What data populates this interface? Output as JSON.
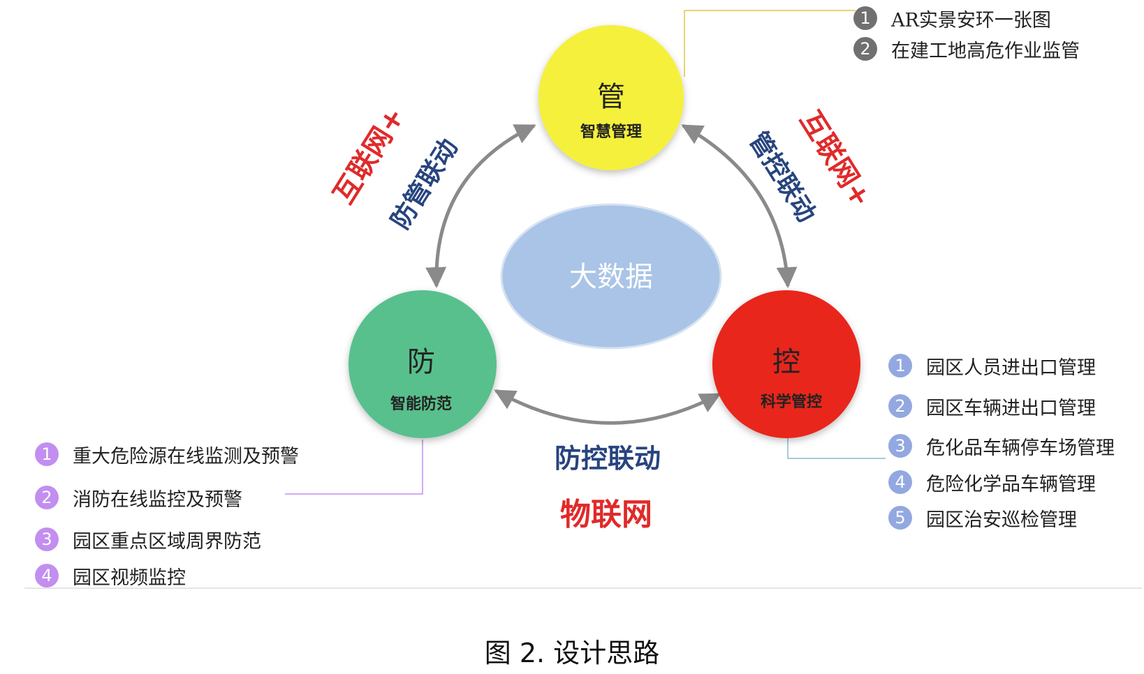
{
  "center": {
    "label": "大数据"
  },
  "nodes": {
    "top": {
      "char": "管",
      "sub": "智慧管理",
      "color": "#f5f03a"
    },
    "left": {
      "char": "防",
      "sub": "智能防范",
      "color": "#58c08d"
    },
    "right": {
      "char": "控",
      "sub": "科学管控",
      "color": "#e8281c"
    }
  },
  "links": {
    "left_red": "互联网+",
    "left_blue": "防管联动",
    "right_red": "互联网+",
    "right_blue": "管控联动",
    "bottom_blue": "防控联动",
    "bottom_red": "物联网"
  },
  "lists": {
    "top": {
      "color": "#707070",
      "items": [
        {
          "n": "1",
          "text": "AR实景安环一张图"
        },
        {
          "n": "2",
          "text": "在建工地高危作业监管"
        }
      ]
    },
    "left": {
      "color": "#c28ef0",
      "items": [
        {
          "n": "1",
          "text": "重大危险源在线监测及预警"
        },
        {
          "n": "2",
          "text": "消防在线监控及预警"
        },
        {
          "n": "3",
          "text": "园区重点区域周界防范"
        },
        {
          "n": "4",
          "text": "园区视频监控"
        }
      ]
    },
    "right": {
      "color": "#93a8e0",
      "items": [
        {
          "n": "1",
          "text": "园区人员进出口管理"
        },
        {
          "n": "2",
          "text": "园区车辆进出口管理"
        },
        {
          "n": "3",
          "text": "危化品车辆停车场管理"
        },
        {
          "n": "4",
          "text": "危险化学品车辆管理"
        },
        {
          "n": "5",
          "text": "园区治安巡检管理"
        }
      ]
    }
  },
  "caption": "图 2.  设计思路",
  "colors": {
    "link_red": "#e02a2a",
    "link_blue": "#27447e",
    "center_fill": "#a9c4e6",
    "arrow": "#8a8a8a"
  }
}
